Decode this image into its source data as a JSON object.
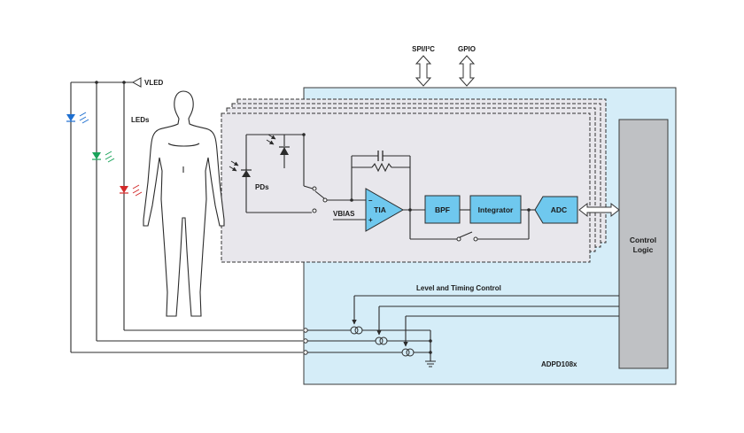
{
  "labels": {
    "vled": "VLED",
    "leds": "LEDs",
    "pds": "PDs",
    "vbias": "VBIAS",
    "spi": "SPI/I²C",
    "gpio": "GPIO",
    "level_timing": "Level and Timing Control",
    "chip": "ADPD108x"
  },
  "blocks": {
    "tia": "TIA",
    "bpf": "BPF",
    "integrator": "Integrator",
    "adc": "ADC",
    "control_line1": "Control",
    "control_line2": "Logic"
  },
  "colors": {
    "chip_fill": "#d5edf8",
    "block_fill": "#6fc8ee",
    "control_fill": "#bfc1c4",
    "afe_fill": "#e8e7ec",
    "led_blue": "#1e6fd0",
    "led_green": "#1aa35a",
    "led_red": "#d32a2a"
  }
}
